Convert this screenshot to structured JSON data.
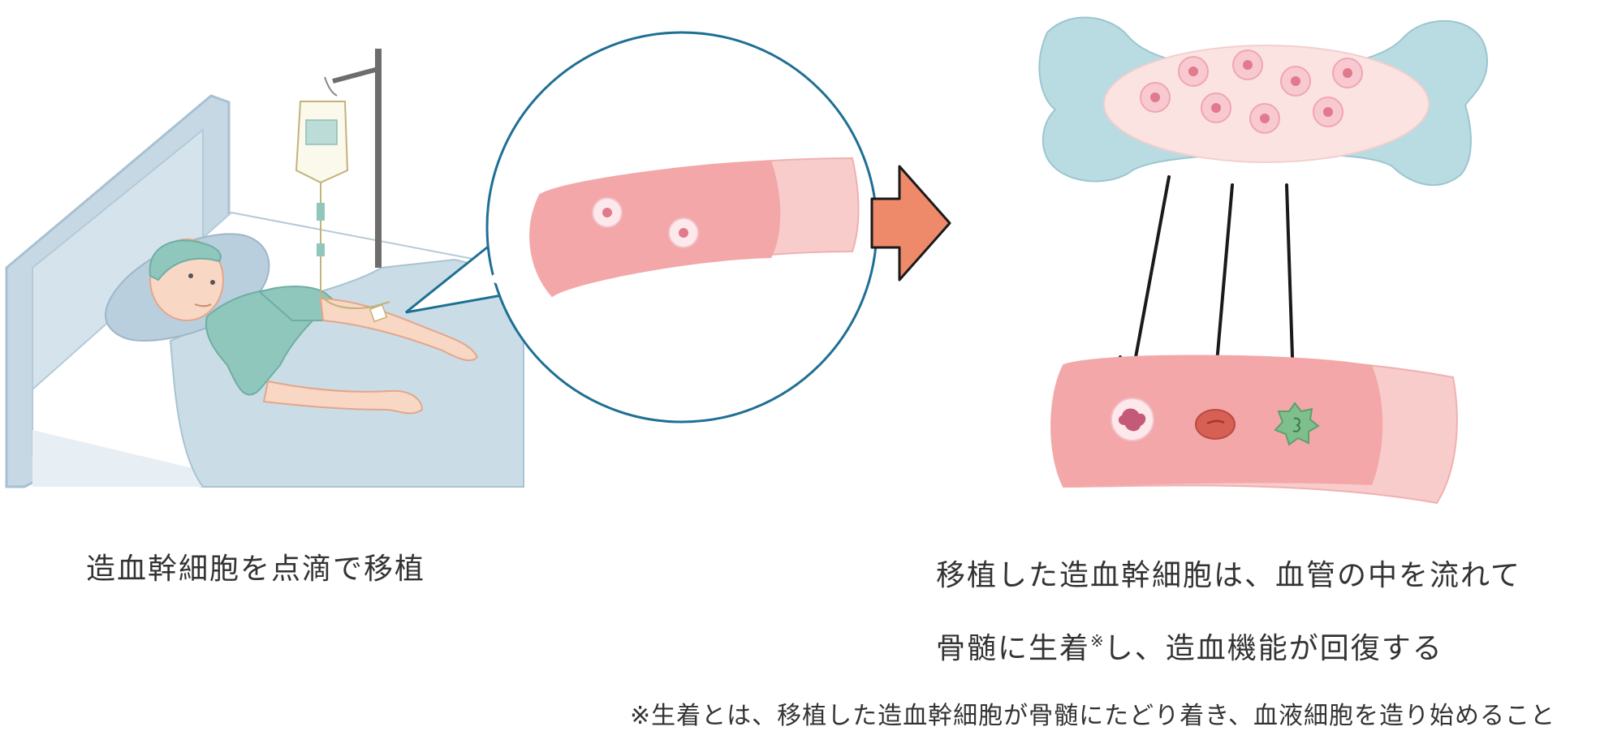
{
  "captions": {
    "left": "造血幹細胞を点滴で移植",
    "right_line1": "移植した造血幹細胞は、血管の中を流れて",
    "right_line2_pre": "骨髄に生着",
    "right_line2_mark": "※",
    "right_line2_post": "し、造血機能が回復する"
  },
  "footnote": "※生着とは、移植した造血幹細胞が骨髄にたどり着き、血液細胞を造り始めること",
  "colors": {
    "vessel": "#f3a7a8",
    "vessel_wall": "#f8cccb",
    "bone": "#b9dbe2",
    "marrow": "#fbe3e1",
    "magnifier_ring": "#1f6f94",
    "flow_arrow": "#ee8a6a",
    "bed": "#c5d8e4",
    "gown": "#8fc7bc"
  }
}
